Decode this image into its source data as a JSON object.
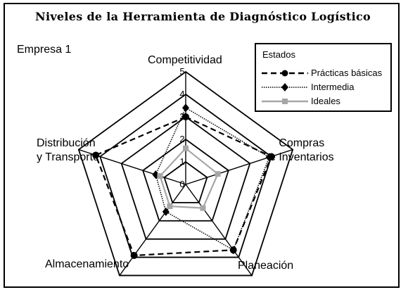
{
  "chart_data": {
    "type": "radar",
    "title": "Niveles de la Herramienta de Diagnóstico Logístico",
    "subtitle": "Empresa 1",
    "axes": [
      {
        "line1": "Competitividad",
        "line2": ""
      },
      {
        "line1": "Compras",
        "line2": "e Inventarios"
      },
      {
        "line1": "Planeación",
        "line2": ""
      },
      {
        "line1": "Almacenamiento",
        "line2": ""
      },
      {
        "line1": "Distribución",
        "line2": "y Transporte"
      }
    ],
    "rlim": [
      0,
      5
    ],
    "ticks": [
      "0",
      "1",
      "2",
      "3",
      "4",
      "5"
    ],
    "grid": true,
    "legend": {
      "title": "Estados",
      "position": "top-right"
    },
    "series": [
      {
        "name": "Prácticas básicas",
        "values": [
          3,
          4,
          3.6,
          3.9,
          4.2
        ],
        "color": "#000000",
        "style": "dashed",
        "marker": "circle"
      },
      {
        "name": "Intermedia",
        "values": [
          3.4,
          3.9,
          3.6,
          1.5,
          1.4
        ],
        "color": "#000000",
        "style": "dotted",
        "marker": "diamond"
      },
      {
        "name": "Ideales",
        "values": [
          1.6,
          1.5,
          1.3,
          1.2,
          1.2
        ],
        "color": "#a6a6a6",
        "style": "solid",
        "marker": "square"
      }
    ]
  }
}
